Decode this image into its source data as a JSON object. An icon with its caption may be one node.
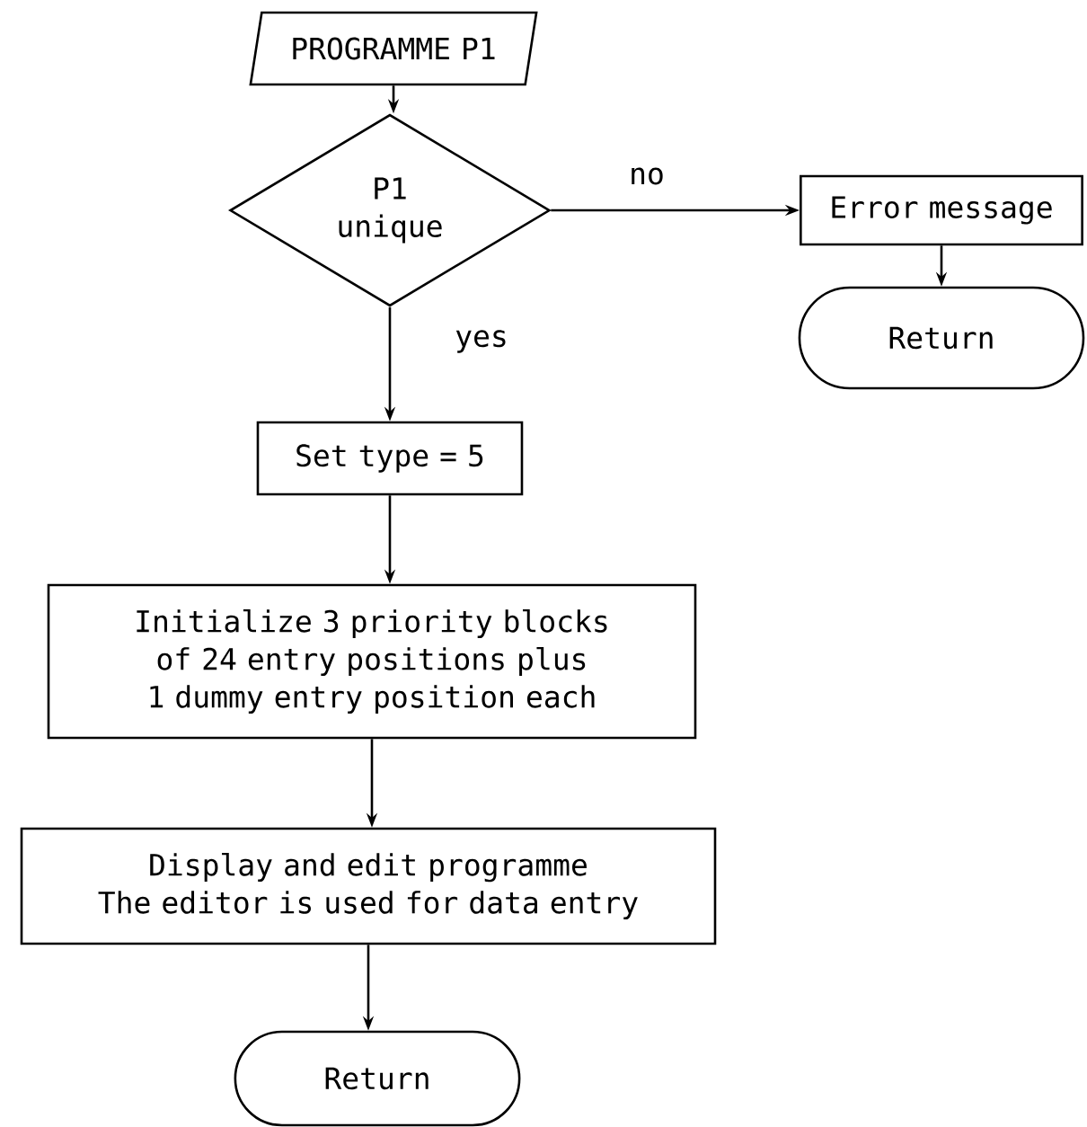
{
  "diagram": {
    "nodes": [
      {
        "text": [
          "PROGRAMME P1"
        ]
      },
      {
        "text": [
          "P1 unique"
        ]
      },
      {
        "text": [
          "Error message"
        ]
      },
      {
        "text": [
          "Return"
        ]
      },
      {
        "text": [
          "Set type = 5"
        ]
      },
      {
        "text": [
          "Initialize 3 priority blocks of 24 entry positions plus 1 dummy entry position each"
        ]
      },
      {
        "text": [
          "Display and edit programme",
          "The editor is used for data entry"
        ]
      },
      {
        "text": [
          "Return"
        ]
      }
    ],
    "edges": [
      {
        "from": 0,
        "to": 1,
        "arrow": "to"
      },
      {
        "from": 1,
        "to": 2,
        "arrow": "to",
        "label": "no"
      },
      {
        "from": 2,
        "to": 3,
        "arrow": "to"
      },
      {
        "from": 1,
        "to": 4,
        "arrow": "to",
        "label": "yes"
      },
      {
        "from": 4,
        "to": 5,
        "arrow": "to"
      },
      {
        "from": 5,
        "to": 6,
        "arrow": "to"
      },
      {
        "from": 6,
        "to": 7,
        "arrow": "to"
      }
    ]
  }
}
